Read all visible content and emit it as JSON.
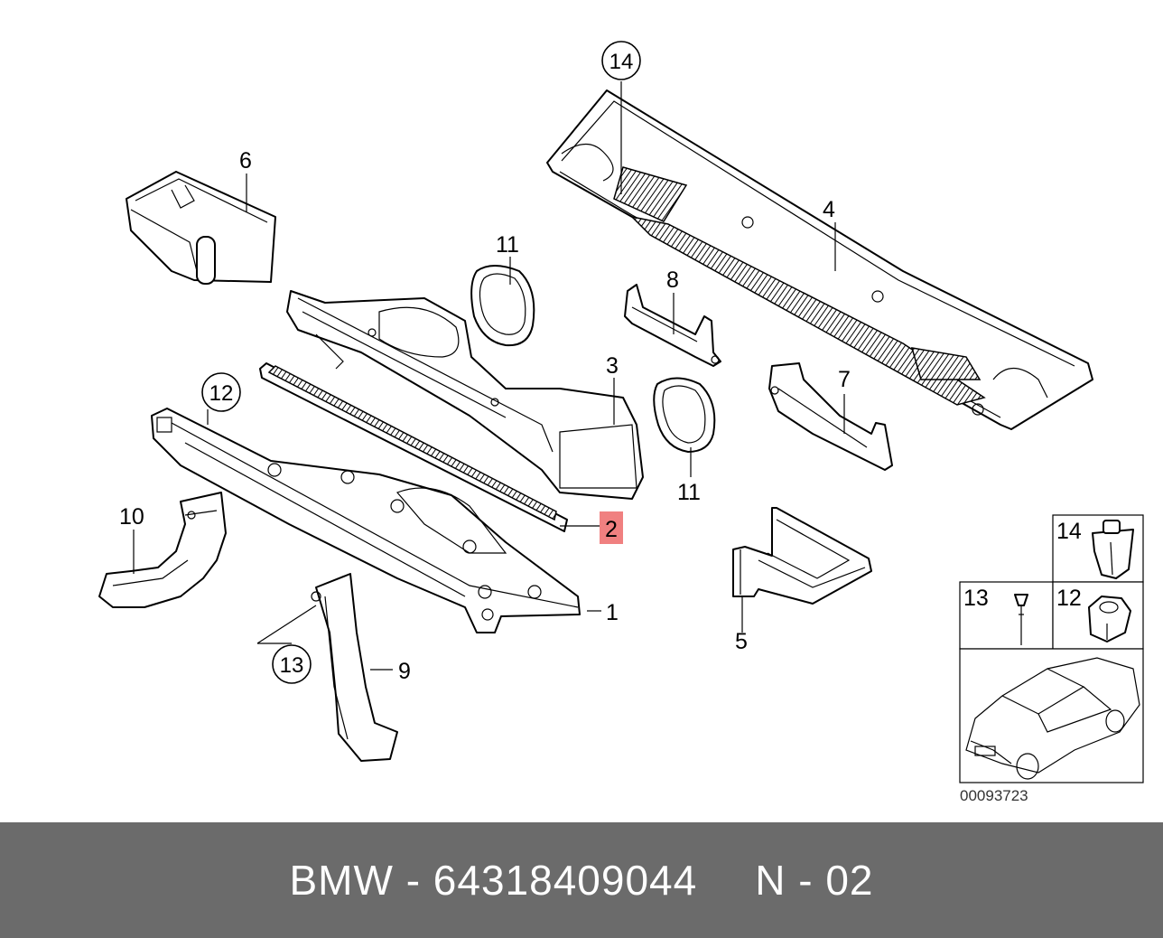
{
  "diagram": {
    "callouts": {
      "c1": "1",
      "c2": "2",
      "c3": "3",
      "c4": "4",
      "c5": "5",
      "c6": "6",
      "c7": "7",
      "c8": "8",
      "c9": "9",
      "c10": "10",
      "c11a": "11",
      "c11b": "11",
      "c12": "12",
      "c13": "13",
      "c14": "14"
    },
    "highlight_color": "#f08080",
    "legend": {
      "k14": "14",
      "k13": "13",
      "k12": "12"
    },
    "ref_code": "00093723"
  },
  "footer": {
    "part_info": "BMW - 64318409044",
    "page": "N - 02"
  }
}
